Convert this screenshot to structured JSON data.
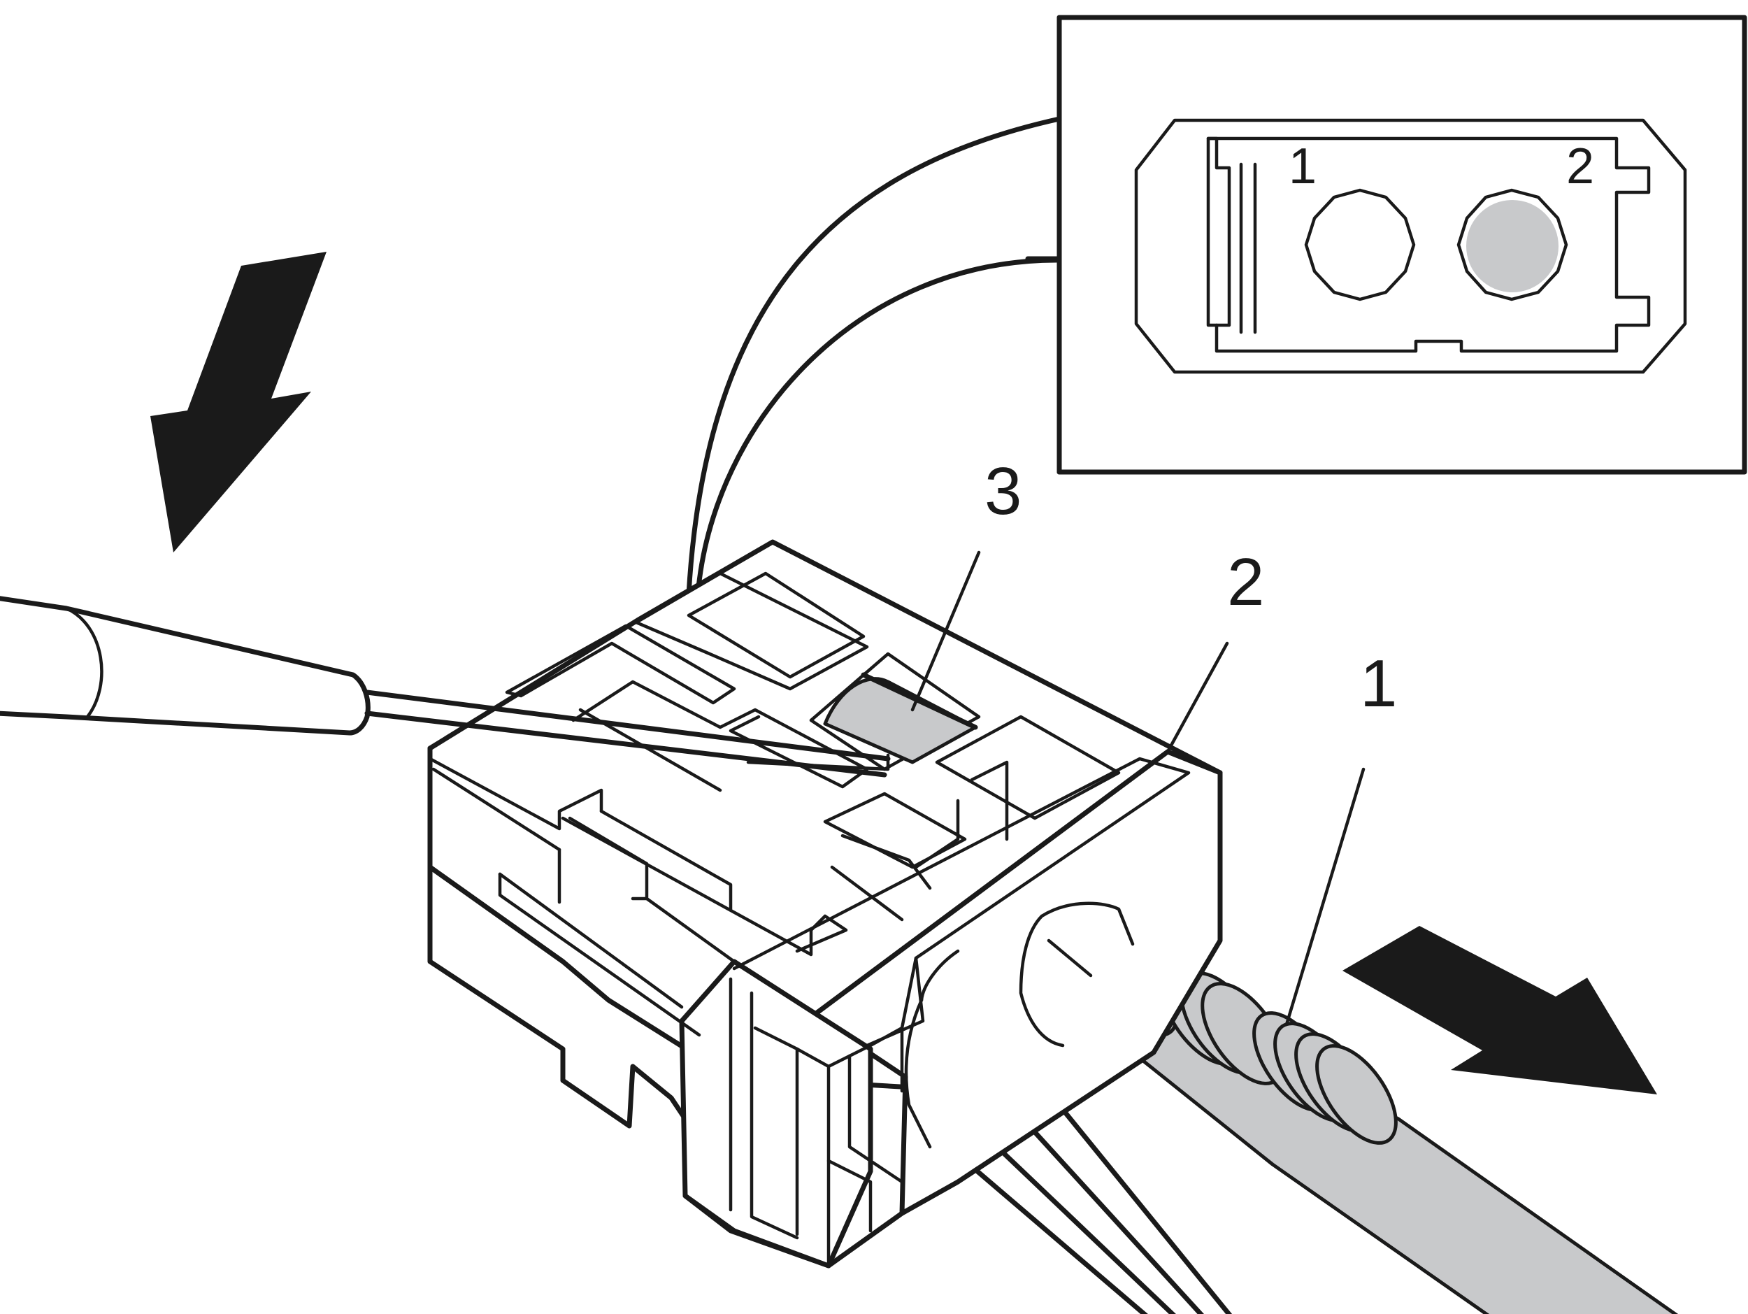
{
  "figure": {
    "callouts": {
      "c1": "1",
      "c2": "2",
      "c3": "3"
    },
    "inset": {
      "pin1": "1",
      "pin2": "2"
    },
    "colors": {
      "line": "#1a1a1a",
      "highlight_fill": "#c8c9cb",
      "background": "#ffffff"
    },
    "icons": [
      "push-down-arrow-icon",
      "pull-out-arrow-icon",
      "screwdriver-icon"
    ]
  }
}
